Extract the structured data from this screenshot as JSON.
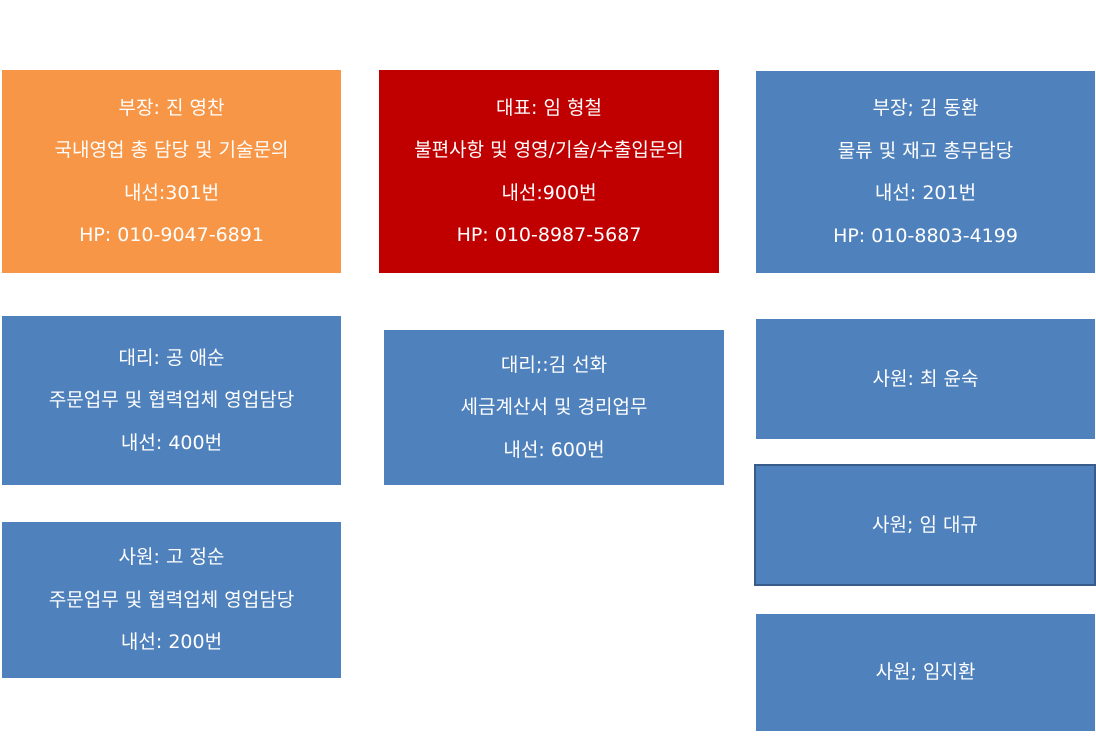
{
  "colors": {
    "orange": "#f79646",
    "red": "#c00000",
    "blue": "#4f81bd",
    "outline": "#385d8a",
    "text": "#ffffff"
  },
  "cards": [
    {
      "id": "manager-jin",
      "color": "orange",
      "lines": [
        "부장: 진 영찬",
        "국내영업 총 담당 및 기술문의",
        "내선:301번",
        "HP: 010-9047-6891"
      ]
    },
    {
      "id": "ceo-lim",
      "color": "red",
      "lines": [
        "대표: 임 형철",
        "불편사항 및 영영/기술/수출입문의",
        "내선:900번",
        "HP: 010-8987-5687"
      ]
    },
    {
      "id": "manager-kim",
      "color": "blue",
      "lines": [
        "부장; 김 동환",
        "물류 및 재고 총무담당",
        "내선: 201번",
        "HP: 010-8803-4199"
      ]
    },
    {
      "id": "assistant-gong",
      "color": "blue",
      "lines": [
        "대리: 공 애순",
        "주문업무 및 협력업체 영업담당",
        "내선: 400번"
      ]
    },
    {
      "id": "assistant-kim",
      "color": "blue",
      "lines": [
        "대리;:김 선화",
        "세금계산서 및 경리업무",
        "내선: 600번"
      ]
    },
    {
      "id": "staff-choi",
      "color": "blue",
      "lines": [
        "사원: 최 윤숙"
      ]
    },
    {
      "id": "staff-lim-daegyu",
      "color": "blue",
      "outlined": true,
      "lines": [
        "사원; 임 대규"
      ]
    },
    {
      "id": "staff-go",
      "color": "blue",
      "lines": [
        "사원: 고 정순",
        "주문업무 및 협력업체 영업담당",
        "내선: 200번"
      ]
    },
    {
      "id": "staff-lim-jihwan",
      "color": "blue",
      "lines": [
        "사원; 임지환"
      ]
    }
  ]
}
